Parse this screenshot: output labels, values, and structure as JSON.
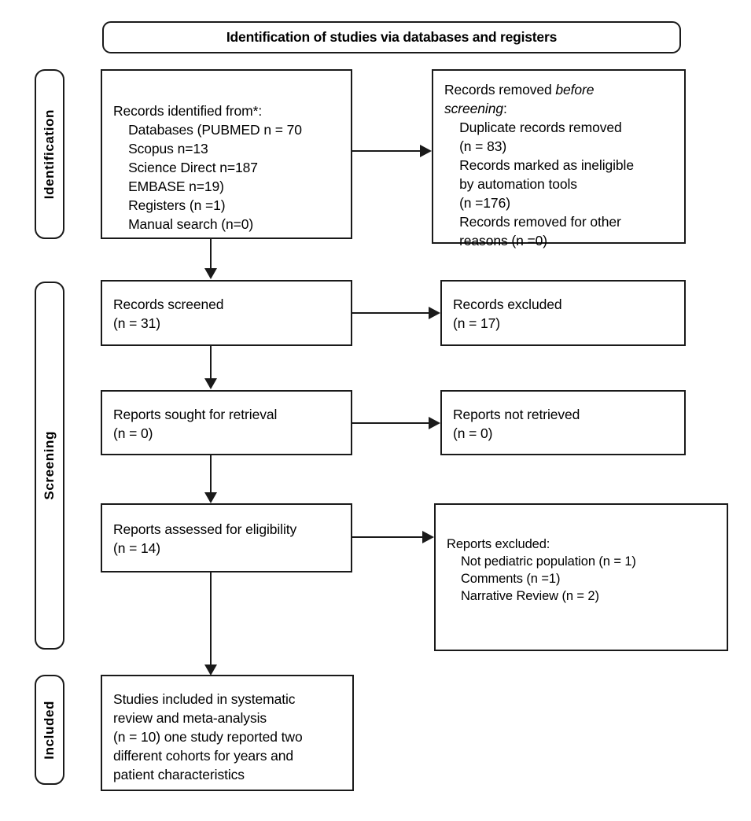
{
  "banner": {
    "title": "Identification of studies via databases and registers"
  },
  "stages": [
    {
      "key": "identification",
      "label": "Identification"
    },
    {
      "key": "screening",
      "label": "Screening"
    },
    {
      "key": "included",
      "label": "Included"
    }
  ],
  "boxes": {
    "records_identified": {
      "text": "Records identified from*:\n    Databases (PUBMED n = 70\n    Scopus n=13\n    Science Direct n=187\n    EMBASE n=19)\n    Registers (n =1)\n    Manual search (n=0)"
    },
    "records_removed": {
      "line1_a": "Records removed ",
      "line1_italic": "before",
      "line2_italic": "screening",
      "line2_b": ":",
      "rest": "    Duplicate records removed\n    (n = 83)\n    Records marked as ineligible\n    by automation tools\n    (n =176)\n    Records removed for other\n    reasons (n =0)"
    },
    "records_screened": {
      "text": "Records screened\n(n = 31)"
    },
    "records_excluded": {
      "text": "Records excluded\n(n = 17)"
    },
    "reports_sought": {
      "text": "Reports sought for retrieval\n(n = 0)"
    },
    "reports_not_retrieved": {
      "text": "Reports not retrieved\n(n = 0)"
    },
    "reports_assessed": {
      "text": "Reports assessed for eligibility\n(n = 14)"
    },
    "reports_excluded": {
      "text": "Reports excluded:\n    Not pediatric population (n = 1)\n    Comments (n =1)\n    Narrative Review (n = 2)"
    },
    "studies_included": {
      "text": "Studies included in systematic\nreview and meta-analysis\n(n = 10) one study reported two\ndifferent cohorts for years and\npatient characteristics"
    }
  },
  "colors": {
    "stroke": "#1a1a1a",
    "background": "#ffffff",
    "text": "#000000"
  },
  "chart_data": {
    "type": "diagram",
    "diagram_kind": "prisma-flow",
    "title": "Identification of studies via databases and registers",
    "nodes": [
      {
        "id": "records_identified",
        "stage": "Identification",
        "column": "left",
        "counts": {
          "PUBMED": 70,
          "Scopus": 13,
          "Science Direct": 187,
          "EMBASE": 19,
          "Registers": 1,
          "Manual search": 0
        }
      },
      {
        "id": "records_removed",
        "stage": "Identification",
        "column": "right",
        "counts": {
          "Duplicate records removed": 83,
          "Records marked as ineligible by automation tools": 176,
          "Records removed for other reasons": 0
        }
      },
      {
        "id": "records_screened",
        "stage": "Screening",
        "column": "left",
        "n": 31
      },
      {
        "id": "records_excluded",
        "stage": "Screening",
        "column": "right",
        "n": 17
      },
      {
        "id": "reports_sought",
        "stage": "Screening",
        "column": "left",
        "n": 0
      },
      {
        "id": "reports_not_retrieved",
        "stage": "Screening",
        "column": "right",
        "n": 0
      },
      {
        "id": "reports_assessed",
        "stage": "Screening",
        "column": "left",
        "n": 14
      },
      {
        "id": "reports_excluded",
        "stage": "Screening",
        "column": "right",
        "counts": {
          "Not pediatric population": 1,
          "Comments": 1,
          "Narrative Review": 2
        }
      },
      {
        "id": "studies_included",
        "stage": "Included",
        "column": "left",
        "n": 10
      }
    ],
    "edges": [
      {
        "from": "records_identified",
        "to": "records_removed",
        "direction": "right"
      },
      {
        "from": "records_identified",
        "to": "records_screened",
        "direction": "down"
      },
      {
        "from": "records_screened",
        "to": "records_excluded",
        "direction": "right"
      },
      {
        "from": "records_screened",
        "to": "reports_sought",
        "direction": "down"
      },
      {
        "from": "reports_sought",
        "to": "reports_not_retrieved",
        "direction": "right"
      },
      {
        "from": "reports_sought",
        "to": "reports_assessed",
        "direction": "down"
      },
      {
        "from": "reports_assessed",
        "to": "reports_excluded",
        "direction": "right"
      },
      {
        "from": "reports_assessed",
        "to": "studies_included",
        "direction": "down"
      }
    ]
  }
}
